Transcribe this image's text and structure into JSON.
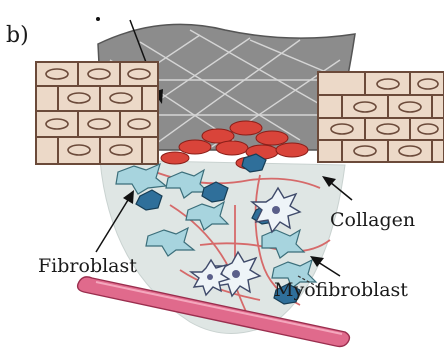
{
  "figure": {
    "panel_label": "b)",
    "labels": {
      "collagen": "Collagen",
      "fibroblast": "Fibroblast",
      "myofibroblast": "Myofibroblast"
    },
    "colors": {
      "background": "#ffffff",
      "clot": "#8c8c8c",
      "wound_bed": "#dfe6e4",
      "skin_cell_fill": "#ecd9c8",
      "skin_cell_border": "#6b4a3a",
      "red_cell": "#d9443a",
      "fibroblast": "#a7d4de",
      "myofibroblast": "#2f6f9a",
      "collagen_fiber": "#d66a6a",
      "vessel": "#e06a8c"
    }
  }
}
